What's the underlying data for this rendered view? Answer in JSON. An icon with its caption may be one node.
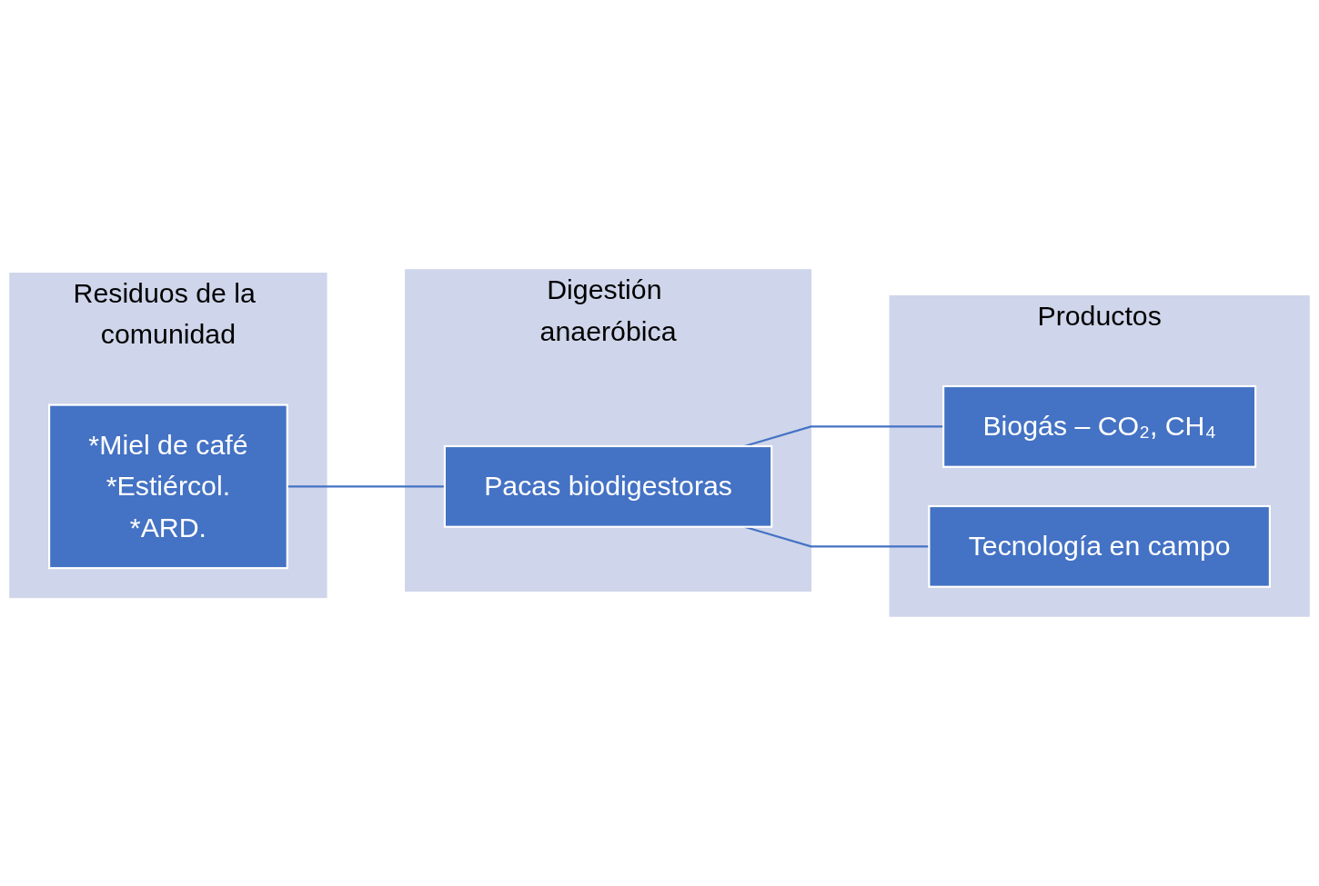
{
  "diagram": {
    "nodes": [
      {
        "text": [
          "Residuos de la comunidad"
        ]
      },
      {
        "text": [
          "*Miel de café",
          "*Estiércol.",
          "*ARD."
        ],
        "in": 0
      },
      {
        "text": [
          "Digestión anaeróbica"
        ]
      },
      {
        "text": [
          "Pacas biodigestoras"
        ],
        "in": 2
      },
      {
        "text": [
          "Productos"
        ]
      },
      {
        "text": [
          "Biogás – CO₂, CH₄"
        ],
        "in": 4
      },
      {
        "text": [
          "Tecnología en campo"
        ],
        "in": 4
      }
    ],
    "edges": [
      {
        "from": 1,
        "to": 3,
        "arrow": "none"
      },
      {
        "from": 3,
        "to": 5,
        "arrow": "none"
      },
      {
        "from": 3,
        "to": 6,
        "arrow": "none"
      }
    ]
  }
}
